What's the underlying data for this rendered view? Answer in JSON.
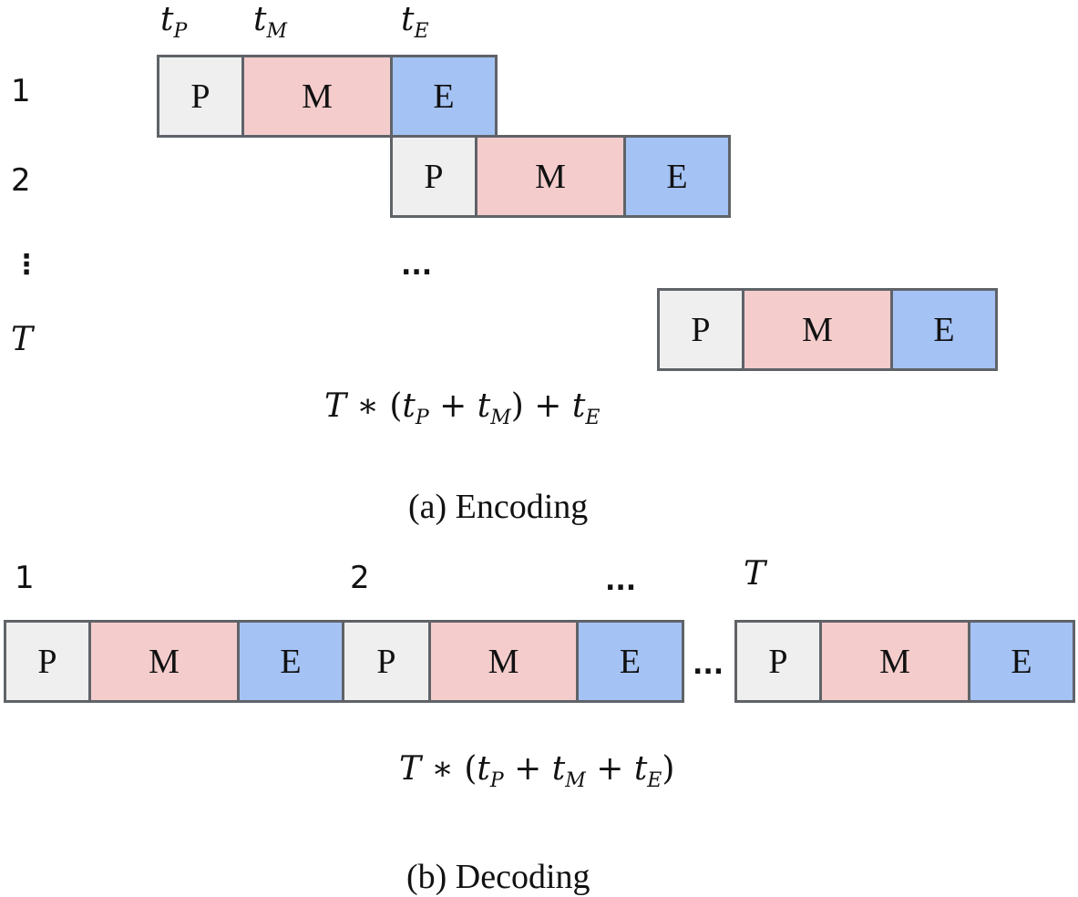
{
  "encoding": {
    "header_labels": {
      "t_p": {
        "base": "t",
        "sub": "P"
      },
      "t_m": {
        "base": "t",
        "sub": "M"
      },
      "t_e": {
        "base": "t",
        "sub": "E"
      }
    },
    "row_labels": [
      "1",
      "2",
      "⋮",
      "T"
    ],
    "ellipsis": "...",
    "blocks": [
      "P",
      "M",
      "E"
    ],
    "formula": {
      "T": "T",
      "op_mul": " ∗ (",
      "t1": "t",
      "s1": "P",
      "plus1": " + ",
      "t2": "t",
      "s2": "M",
      "close": ") + ",
      "t3": "t",
      "s3": "E"
    },
    "caption": "(a) Encoding"
  },
  "decoding": {
    "step_labels": [
      "1",
      "2",
      "...",
      "T"
    ],
    "blocks": [
      "P",
      "M",
      "E"
    ],
    "ellipsis": "...",
    "formula": {
      "T": "T",
      "op_mul": " ∗ (",
      "t1": "t",
      "s1": "P",
      "plus1": " + ",
      "t2": "t",
      "s2": "M",
      "plus2": " + ",
      "t3": "t",
      "s3": "E",
      "close": ")"
    },
    "caption": "(b) Decoding"
  },
  "colors": {
    "P": "#efefef",
    "M": "#f4cccc",
    "E": "#a4c2f4",
    "border": "#5f6368"
  }
}
